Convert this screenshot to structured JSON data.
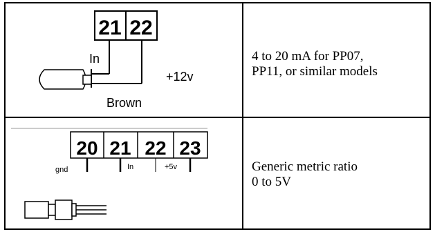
{
  "rows": [
    {
      "terminals": [
        "21",
        "22"
      ],
      "wire_labels": {
        "in": "In",
        "power": "+12v",
        "wire_color": "Brown"
      },
      "description_lines": [
        "4 to 20 mA for PP07,",
        "PP11, or similar models"
      ],
      "sensor_icon": "cylindrical-sensor-icon"
    },
    {
      "terminals": [
        "20",
        "21",
        "22",
        "23"
      ],
      "wire_labels": {
        "gnd": "gnd",
        "in": "In",
        "power": "+5v"
      },
      "description_lines": [
        "Generic metric ratio",
        "0 to 5V"
      ],
      "sensor_icon": "pressure-transducer-icon"
    }
  ]
}
